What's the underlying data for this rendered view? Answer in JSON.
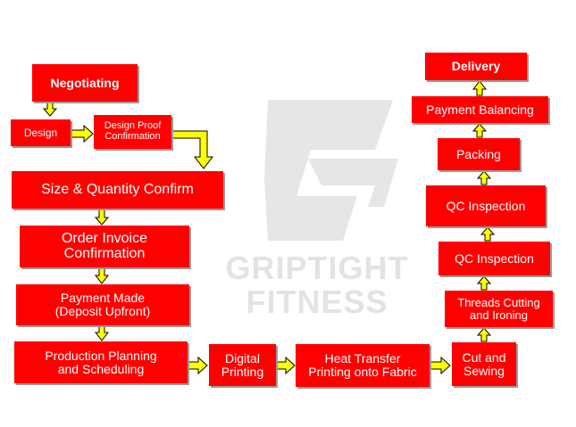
{
  "watermark": {
    "line1": "GRIPTIGHT",
    "line2": "FITNESS",
    "color": "#e3e3e3"
  },
  "colors": {
    "box_fill": "#ff0000",
    "box_text": "#ffffff",
    "arrow_fill": "#ffff00",
    "arrow_stroke": "#000000"
  },
  "steps": {
    "negotiating": "Negotiating",
    "design": "Design",
    "design_proof": "Design Proof\nConfirmation",
    "size_quantity": "Size & Quantity Confirm",
    "order_invoice": "Order Invoice\nConfirmation",
    "payment_made": "Payment Made\n(Deposit Upfront)",
    "production_planning": "Production Planning\nand Scheduling",
    "digital_printing": "Digital\nPrinting",
    "heat_transfer": "Heat Transfer\nPrinting onto Fabric",
    "cut_sewing": "Cut and\nSewing",
    "threads_cutting": "Threads Cutting\nand Ironing",
    "qc_inspection_1": "QC Inspection",
    "qc_inspection_2": "QC Inspection",
    "packing": "Packing",
    "payment_balancing": "Payment Balancing",
    "delivery": "Delivery"
  }
}
